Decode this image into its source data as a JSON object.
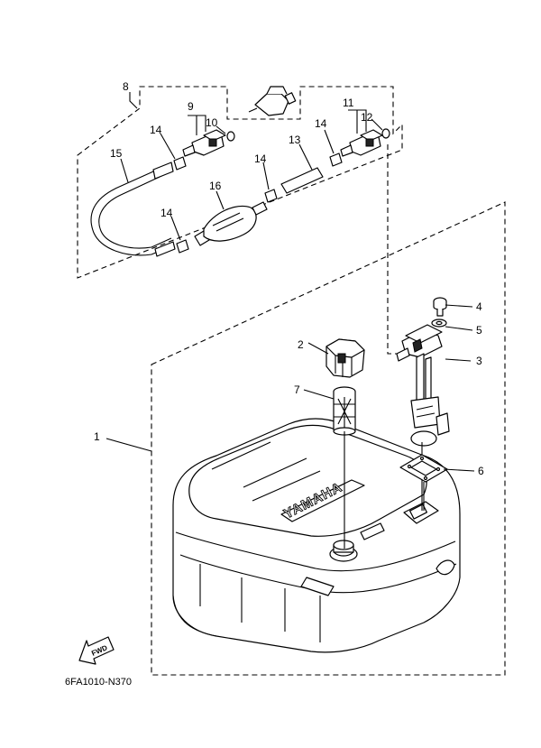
{
  "callouts": {
    "c1": "1",
    "c2": "2",
    "c3": "3",
    "c4": "4",
    "c5": "5",
    "c6": "6",
    "c7": "7",
    "c8": "8",
    "c9": "9",
    "c10": "10",
    "c11": "11",
    "c12": "12",
    "c13": "13",
    "c14a": "14",
    "c14b": "14",
    "c14c": "14",
    "c14d": "14",
    "c15": "15",
    "c16": "16"
  },
  "tank_brand": "YAMAHA",
  "fwd_label": "FWD",
  "document_code": "6FA1010-N370"
}
